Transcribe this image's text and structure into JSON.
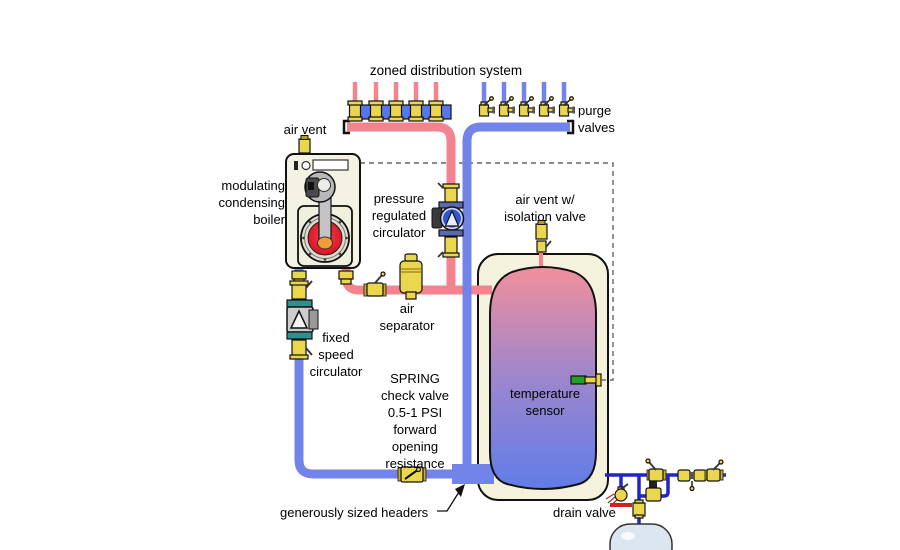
{
  "labels": {
    "zoned_distribution": "zoned distribution system",
    "purge_valves": "purge\nvalves",
    "air_vent": "air vent",
    "boiler": "modulating\ncondensing\nboiler",
    "pressure_circulator": "pressure\nregulated\ncirculator",
    "air_vent_isolation": "air vent w/\nisolation valve",
    "air_separator": "air\nseparator",
    "fixed_circulator": "fixed\nspeed\ncirculator",
    "spring_check_valve": "SPRING\ncheck valve\n0.5-1 PSI\nforward\nopening\nresistance",
    "temperature_sensor": "temperature\nsensor",
    "headers": "generously sized headers",
    "drain_valve": "drain valve"
  },
  "colors": {
    "supply_pipe": "#F2838F",
    "return_pipe": "#7283EA",
    "makeup_pipe": "#2323CC",
    "manifold_block": "#5577EE",
    "valve_brass": "#EBD64F",
    "flange_teal": "#2F9090",
    "boiler_shell": "#F4F3E3",
    "tank_shell": "#F4F2DC",
    "tank_hot": "#F28F9B",
    "tank_mid": "#9D86CD",
    "tank_cold": "#5F7CE8",
    "burner_red": "#D81020",
    "burner_orange": "#F59A36",
    "expansion_tank": "#DCE6F0",
    "drain_red": "#CC2222",
    "sensor_green": "#22A022"
  }
}
